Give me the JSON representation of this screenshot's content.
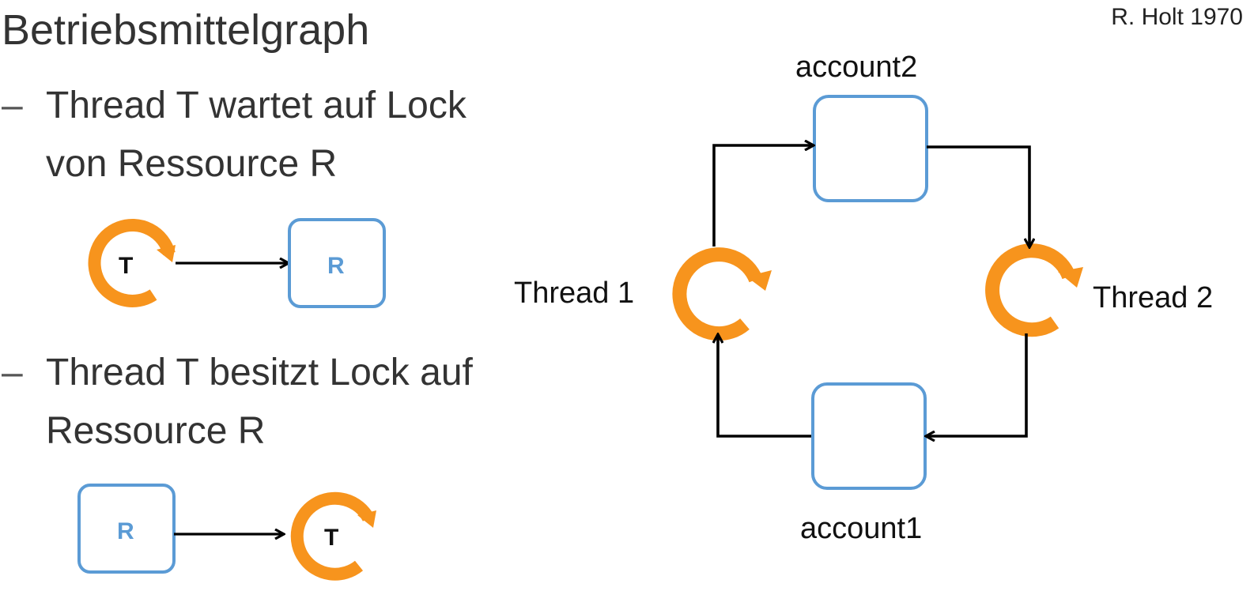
{
  "title": "Betriebsmittelgraph",
  "credit": "R. Holt 1970",
  "legend": {
    "items": [
      {
        "dash": "–",
        "lines": [
          "Thread T wartet auf Lock",
          "von Ressource R"
        ],
        "thread_letter": "T",
        "resource_letter": "R"
      },
      {
        "dash": "–",
        "lines": [
          "Thread T besitzt Lock auf",
          "Ressource R"
        ],
        "thread_letter": "T",
        "resource_letter": "R"
      }
    ]
  },
  "cycle": {
    "resources": [
      "account2",
      "account1"
    ],
    "threads": [
      "Thread 1",
      "Thread 2"
    ],
    "edges": [
      {
        "from": "Thread 1",
        "to": "account2",
        "meaning": "waits"
      },
      {
        "from": "account2",
        "to": "Thread 2",
        "meaning": "held"
      },
      {
        "from": "Thread 2",
        "to": "account1",
        "meaning": "waits"
      },
      {
        "from": "account1",
        "to": "Thread 1",
        "meaning": "held"
      }
    ]
  },
  "colors": {
    "thread": "#f7941d",
    "resource_border": "#5b9bd5",
    "arrow": "#000000"
  }
}
